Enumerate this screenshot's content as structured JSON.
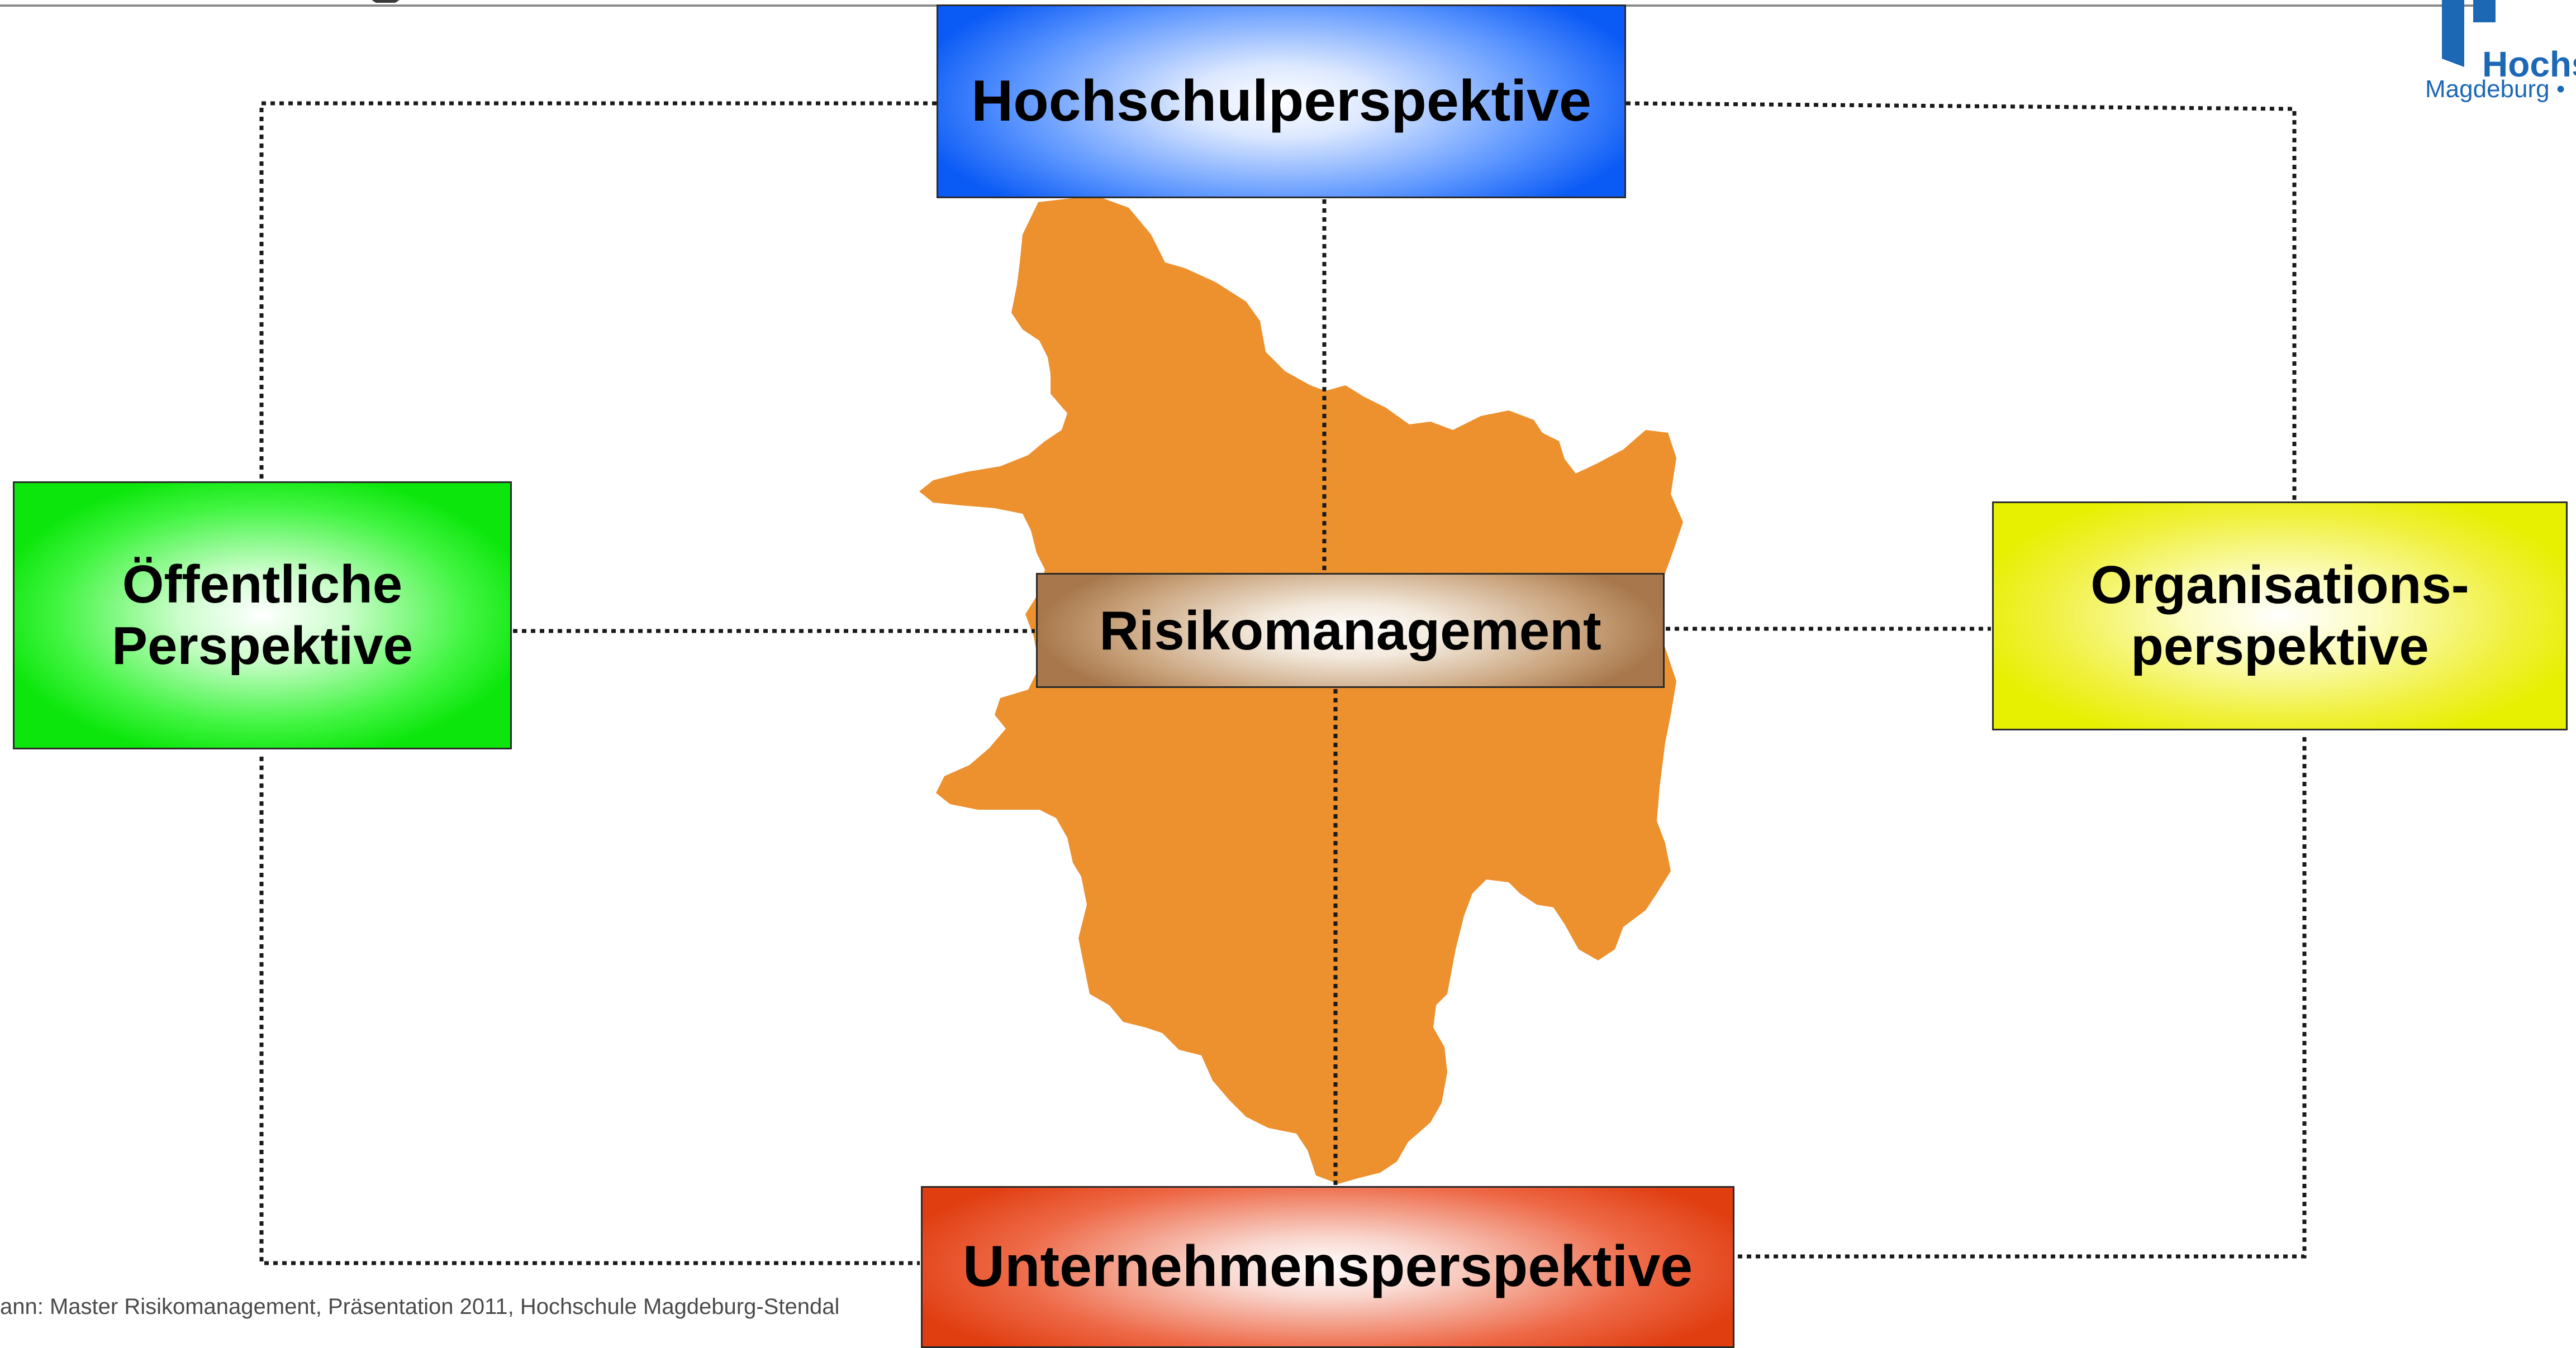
{
  "nodes": {
    "hochschul": "Hochschulperspektive",
    "oeffentlich": [
      "Öffentliche",
      "Perspektive"
    ],
    "organisation": [
      "Organisations-",
      "perspektive"
    ],
    "risiko": "Risikomanagement",
    "unternehmen": "Unternehmensperspektive"
  },
  "logo": {
    "name": "Hochs",
    "sub": "Magdeburg •"
  },
  "footer": {
    "credit": "ann: Master Risikomanagement, Präsentation 2011, Hochschule Magdeburg-Stendal"
  },
  "colors": {
    "map_fill": "#ec8a23",
    "logo_blue": "#1c68b5",
    "hochschul_box": "#0a5af5",
    "oeffentlich_box": "#0ce60c",
    "organisation_box": "#e6f000",
    "risiko_box": "#a8784c",
    "unternehmen_box": "#e03d10"
  }
}
